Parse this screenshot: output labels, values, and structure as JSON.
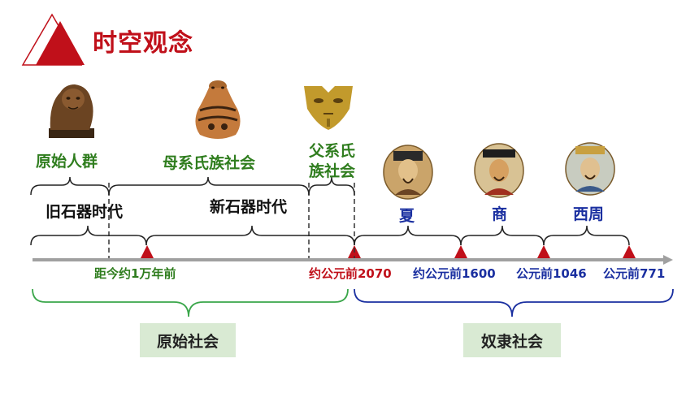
{
  "title": "时空观念",
  "colors": {
    "accent": "#c0101a",
    "green": "#2f7d1e",
    "blue": "#1a2fa0",
    "society_box": "#d9ead3"
  },
  "periods": {
    "primitive_horde": "原始人群",
    "matriarchal": "母系氏族社会",
    "patriarchal_line1": "父系氏",
    "patriarchal_line2": "族社会"
  },
  "eras": {
    "paleolithic": "旧石器时代",
    "neolithic": "新石器时代"
  },
  "dynasties": {
    "xia": "夏",
    "shang": "商",
    "western_zhou": "西周"
  },
  "dates": {
    "d1": "距今约1万年前",
    "d2": "约公元前2070",
    "d3": "约公元前1600",
    "d4": "公元前1046",
    "d5": "公元前771"
  },
  "societies": {
    "primitive": "原始社会",
    "slave": "奴隶社会"
  },
  "images": {
    "early_human": "early-human-bust",
    "pottery": "painted-pottery-jar",
    "mask": "bronze-mask",
    "xia_portrait": "portrait-xia-ruler",
    "shang_portrait": "portrait-shang-ruler",
    "zhou_portrait": "portrait-zhou-ruler"
  }
}
